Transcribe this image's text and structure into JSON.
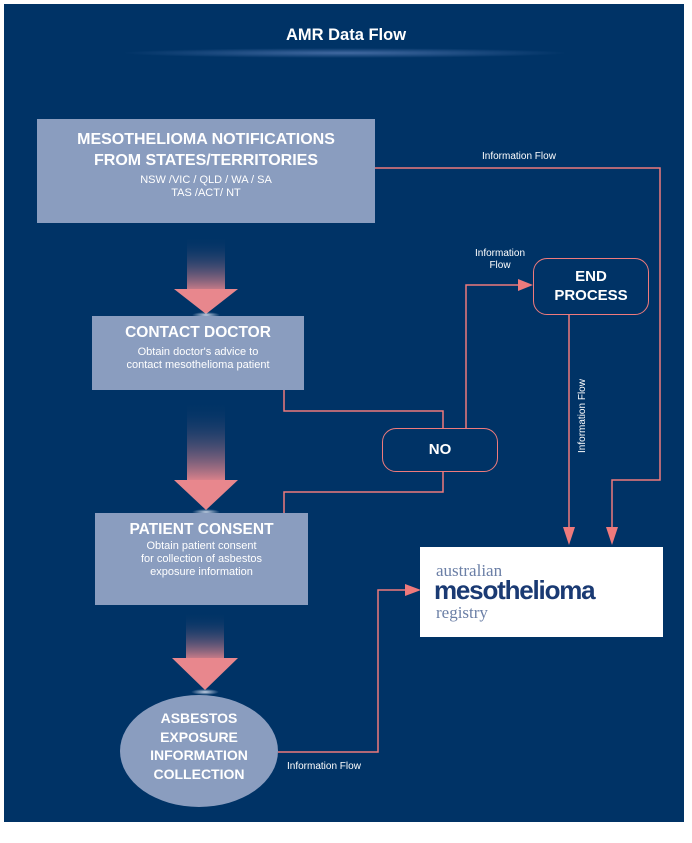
{
  "title": "AMR Data Flow",
  "colors": {
    "background": "#003366",
    "box": "#8a9dbf",
    "connector": "#ee7a7c",
    "text": "#ffffff"
  },
  "nodes": {
    "notifications": {
      "title_line1": "MESOTHELIOMA NOTIFICATIONS",
      "title_line2": "FROM STATES/TERRITORIES",
      "sub_line1": "NSW /VIC / QLD / WA / SA",
      "sub_line2": "TAS /ACT/ NT"
    },
    "contact_doctor": {
      "title": "CONTACT DOCTOR",
      "sub_line1": "Obtain doctor's advice to",
      "sub_line2": "contact mesothelioma patient"
    },
    "patient_consent": {
      "title": "PATIENT CONSENT",
      "sub_line1": "Obtain patient consent",
      "sub_line2": "for collection of asbestos",
      "sub_line3": "exposure information"
    },
    "asbestos": {
      "line1": "ASBESTOS",
      "line2": "EXPOSURE",
      "line3": "INFORMATION",
      "line4": "COLLECTION"
    },
    "no": {
      "label": "NO"
    },
    "end_process": {
      "line1": "END",
      "line2": "PROCESS"
    },
    "registry_logo": {
      "line1": "australian",
      "line2": "mesothelioma",
      "line3": "registry"
    }
  },
  "edge_labels": {
    "top_right": "Information Flow",
    "middle_line1": "Information",
    "middle_line2": "Flow",
    "bottom": "Information Flow",
    "vertical": "Information Flow"
  }
}
